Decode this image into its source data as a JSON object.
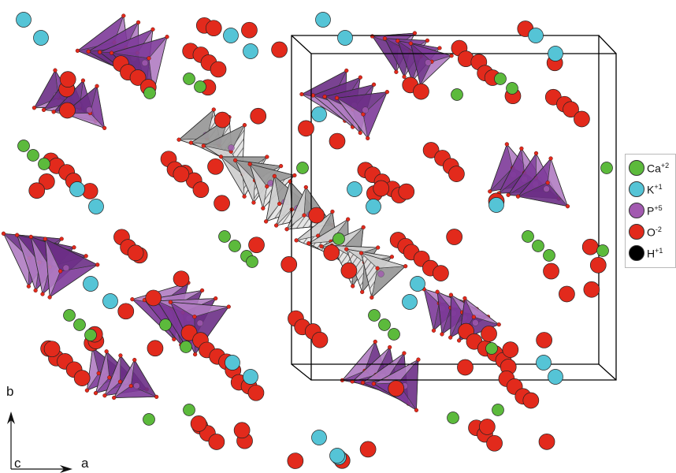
{
  "legend": {
    "items": [
      {
        "element": "Ca",
        "charge": "+2",
        "color": "#5cba3c"
      },
      {
        "element": "K",
        "charge": "+1",
        "color": "#55c4d6"
      },
      {
        "element": "P",
        "charge": "+5",
        "color": "#a25ab0"
      },
      {
        "element": "O",
        "charge": "-2",
        "color": "#e22a1c"
      },
      {
        "element": "H",
        "charge": "+1",
        "color": "#000000"
      }
    ]
  },
  "axes": {
    "b": "b",
    "c": "c",
    "a": "a"
  },
  "colors": {
    "tetrahedron_purple": "#8a3fa0",
    "tetrahedron_gray": "#b5b5b5",
    "unit_cell": "#000000"
  }
}
